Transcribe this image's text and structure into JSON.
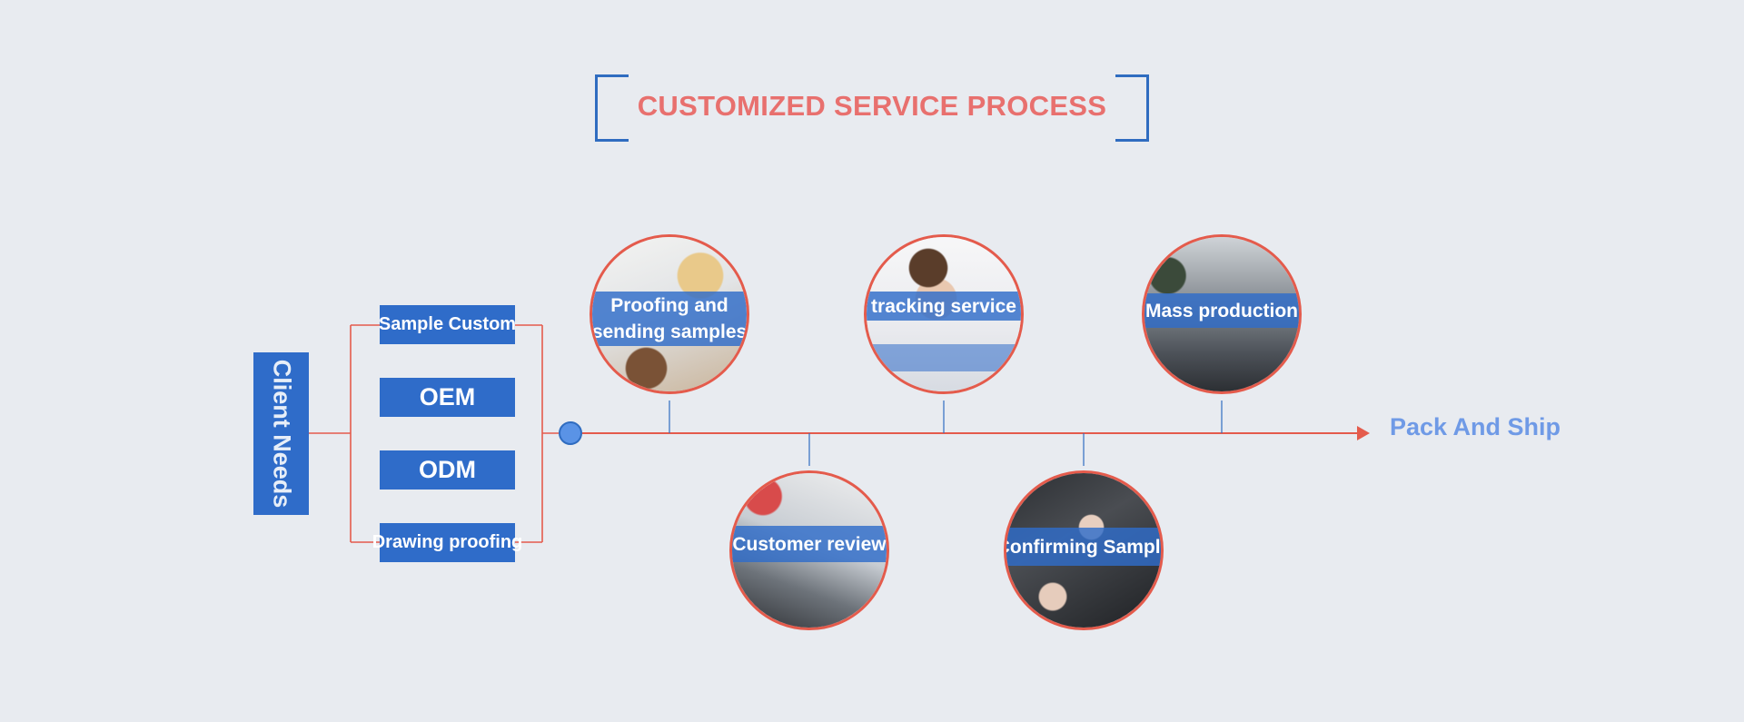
{
  "title": "CUSTOMIZED SERVICE PROCESS",
  "client_needs": "Client Needs",
  "options": [
    {
      "label": "Sample Custom"
    },
    {
      "label": "OEM"
    },
    {
      "label": "ODM"
    },
    {
      "label": "Drawing proofing"
    }
  ],
  "steps": [
    {
      "label_line1": "Proofing and",
      "label_line2": "sending samples"
    },
    {
      "label": "Customer review"
    },
    {
      "label": "tracking service"
    },
    {
      "label": "Confirming Sample"
    },
    {
      "label": "Mass production"
    }
  ],
  "end_label": "Pack And Ship",
  "colors": {
    "background": "#e8ebf0",
    "primary_blue": "#2f6cc9",
    "accent_red": "#e45b4c",
    "title_red": "#e8706e",
    "end_label_blue": "#6f9ae6"
  }
}
